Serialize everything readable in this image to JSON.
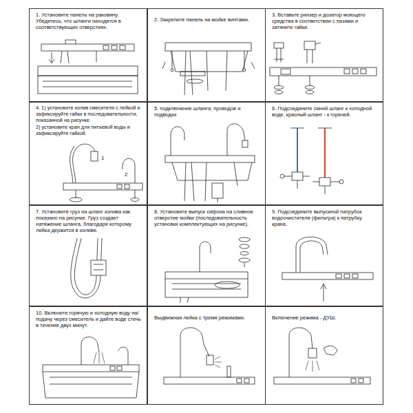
{
  "diagram": {
    "nodes": [
      {
        "text": [
          "1. Установите панель на раковину. Убедитесь, что шланги находятся в соответствующих отверстиях."
        ]
      },
      {
        "text": [
          "2. Закрепите панель на мойке винтами."
        ]
      },
      {
        "text": [
          "3. Вставьте ринзер и дозатор моющего средства в соответствии с пазами и затяните гайки."
        ]
      },
      {
        "text": [
          "4. 1) установите излив смесителя с лейкой и зафиксируйте гайки в последовательности, показанной на рисунке.",
          "2) установите кран для питьевой воды и зафиксируйте гайкой."
        ]
      },
      {
        "text": [
          "5. подключение шланга, проводов и подводки"
        ]
      },
      {
        "text": [
          "6. Подсоедините синий шланг к холодной воде, красный шланг - к горячей."
        ]
      },
      {
        "text": [
          "7. Установите груз на шланг излива как показано на рисунке. Груз создает натяжение шланга, благодаря которому лейка держится в изливе."
        ]
      },
      {
        "text": [
          "8. Установите выпуск сифона на сливное отверстие мойки (последовательность установки комплектующих на рисунке)."
        ]
      },
      {
        "text": [
          "9. Подсоедините выпускной патрубок водоочистителя (фильтра) к патрубку крана."
        ]
      },
      {
        "text": [
          "10. Включите горячую и холодную воду на/ подачу через смеситель и дайте воде стечь в течение двух минут."
        ]
      },
      {
        "text": [
          "Выдвижная лейка с тремя режимами."
        ]
      },
      {
        "text": [
          "Включение режима - ДУШ."
        ]
      }
    ],
    "labels": [
      "1",
      "2"
    ]
  }
}
